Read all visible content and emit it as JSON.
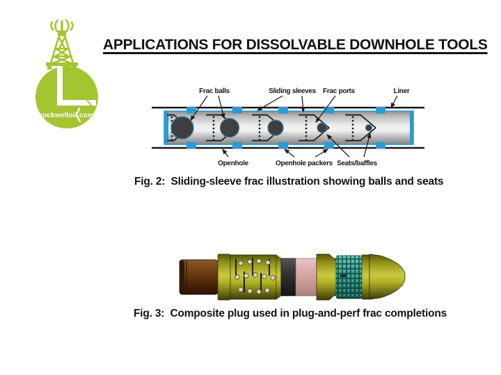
{
  "slide": {
    "title": "APPLICATIONS FOR DISSOLVABLE DOWNHOLE TOOLS",
    "background": "#ffffff"
  },
  "logo": {
    "domain": "rockwelloil.com",
    "green": "#a3c530"
  },
  "fig2": {
    "caption": "Fig. 2:  Sliding-sleeve frac illustration showing balls and seats",
    "labels": {
      "frac_balls": "Frac balls",
      "sliding_sleeves": "Sliding sleeves",
      "frac_ports": "Frac ports",
      "liner": "Liner",
      "openhole": "Openhole",
      "openhole_packers": "Openhole packers",
      "seats_baffles": "Seats/baffles"
    },
    "colors": {
      "packer_blue": "#2c9ad3",
      "ball_gray": "#3f3f3f",
      "liner_gray": "#ececec",
      "line_black": "#161616"
    }
  },
  "fig3": {
    "caption": "Fig. 3:  Composite plug used in plug-and-perf frac completions",
    "colors": {
      "nose_brown": "#6a3c14",
      "body_olive": "#b0b024",
      "ring_dark": "#333333",
      "element_pink": "#d3a5a2",
      "slips_teal": "#2f9486"
    }
  }
}
